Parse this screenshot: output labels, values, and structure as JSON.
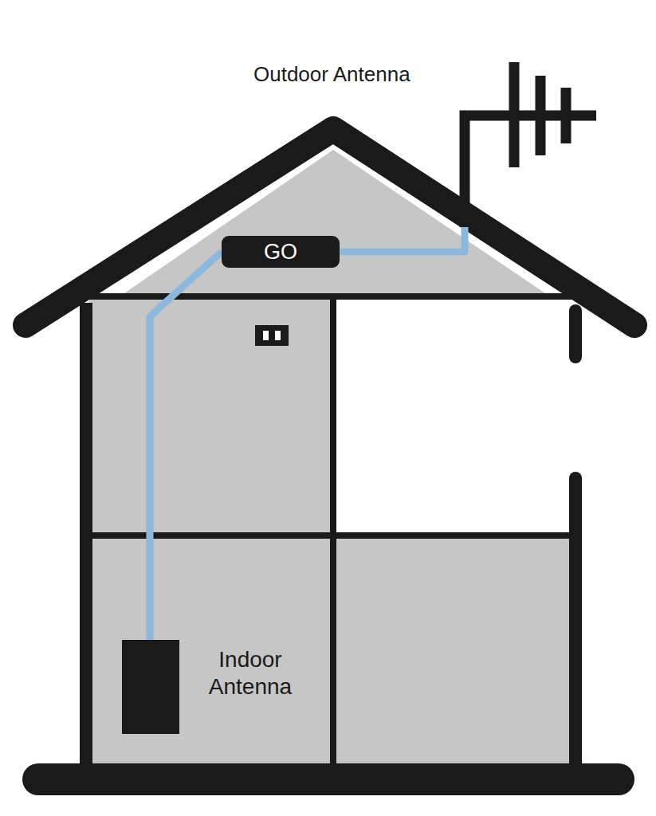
{
  "diagram": {
    "nodes": [
      {
        "text": [
          "Outdoor Antenna"
        ]
      },
      {
        "text": [
          "GO"
        ]
      },
      {
        "text": [
          "Indoor Antenna"
        ]
      }
    ],
    "edges": [
      {
        "from": 0,
        "to": 1,
        "arrow": "none"
      },
      {
        "from": 1,
        "to": 2,
        "arrow": "none"
      }
    ]
  }
}
